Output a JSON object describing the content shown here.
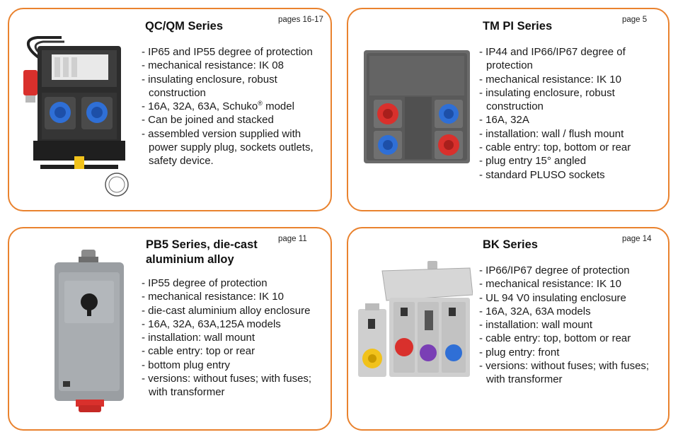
{
  "cards": [
    {
      "title": "QC/QM Series",
      "pages": "pages 16-17",
      "features": [
        "- IP65 and IP55 degree of protection",
        "- mechanical resistance: IK 08",
        "- insulating enclosure, robust construction",
        "- 16A, 32A, 63A, Schuko",
        "- Can be joined and stacked",
        "- assembled version supplied with power supply plug, sockets outlets, safety device."
      ],
      "schuko_suffix": " model",
      "registered_mark": "®"
    },
    {
      "title": "TM PI Series",
      "pages": "page 5",
      "features": [
        "- IP44 and IP66/IP67 degree of protection",
        "- mechanical resistance: IK 10",
        "- insulating enclosure, robust construction",
        "- 16A, 32A",
        "- installation: wall / flush mount",
        "- cable entry: top, bottom or rear",
        "- plug entry 15° angled",
        "- standard PLUSO sockets"
      ]
    },
    {
      "title_line1": "PB5 Series, die-cast",
      "title_line2": "aluminium alloy",
      "pages": "page 11",
      "features": [
        "- IP55 degree of protection",
        "- mechanical resistance: IK 10",
        "- die-cast aluminium alloy enclosure",
        "- 16A, 32A, 63A,125A models",
        "- installation: wall mount",
        "- cable entry: top or rear",
        "- bottom plug entry",
        "- versions: without fuses; with fuses; with transformer"
      ]
    },
    {
      "title": "BK Series",
      "pages": "page 14",
      "features": [
        "- IP66/IP67 degree of protection",
        "- mechanical resistance: IK 10",
        "- UL 94 V0 insulating enclosure",
        "- 16A, 32A, 63A models",
        "- installation: wall mount",
        "- cable entry: top, bottom or rear",
        "- plug entry: front",
        "- versions: without fuses; with fuses; with transformer"
      ]
    }
  ],
  "colors": {
    "border": "#e9822e",
    "socket_blue": "#2f6fd6",
    "socket_red": "#d9302c",
    "socket_yellow": "#f1c21b",
    "socket_purple": "#7a3fb5"
  },
  "icons": [
    "qc-qm-product-image",
    "tm-pi-product-image",
    "pb5-product-image",
    "bk-product-image"
  ]
}
